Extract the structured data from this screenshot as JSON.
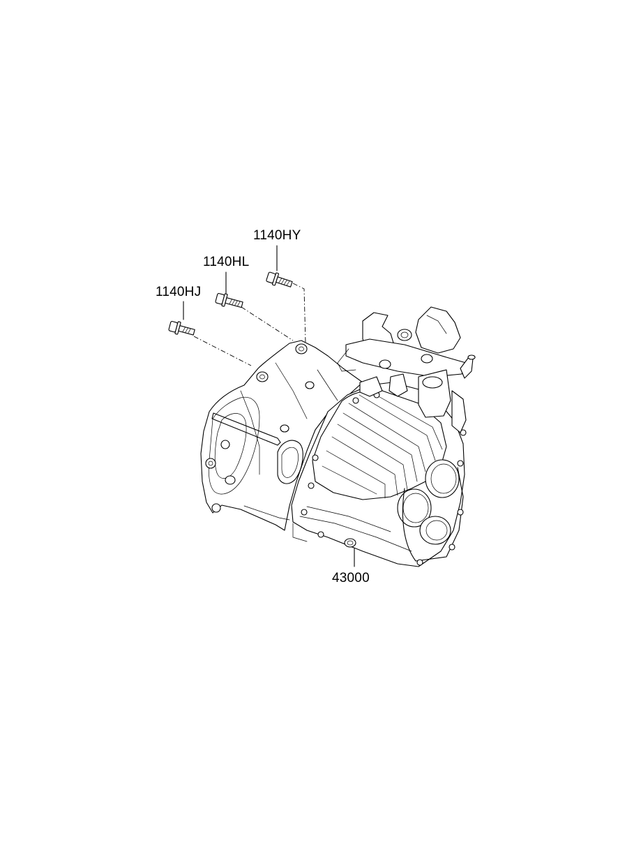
{
  "diagram": {
    "callouts": [
      {
        "id": "hy",
        "label": "1140HY"
      },
      {
        "id": "hl",
        "label": "1140HL"
      },
      {
        "id": "hj",
        "label": "1140HJ"
      },
      {
        "id": "assy",
        "label": "43000"
      }
    ]
  }
}
